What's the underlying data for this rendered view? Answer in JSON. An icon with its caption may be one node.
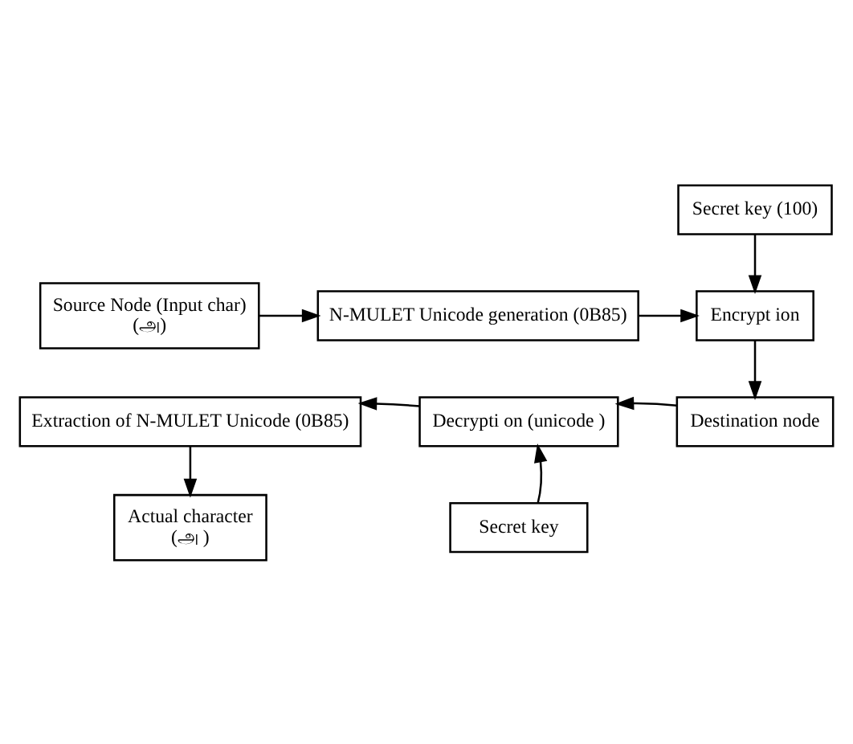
{
  "diagram": {
    "nodes": [
      {
        "text": [
          "Source Node (Input char)",
          "(அ)"
        ]
      },
      {
        "text": [
          "N-MULET Unicode generation (0B85)"
        ]
      },
      {
        "text": [
          "Secret key (100)"
        ]
      },
      {
        "text": [
          "Encrypt ion"
        ]
      },
      {
        "text": [
          "Destination node"
        ]
      },
      {
        "text": [
          "Decrypti on (unicode )"
        ]
      },
      {
        "text": [
          "Extraction of N-MULET Unicode (0B85)"
        ]
      },
      {
        "text": [
          "Actual character",
          "(அ )"
        ]
      },
      {
        "text": [
          "Secret key"
        ]
      }
    ],
    "edges": [
      {
        "from": 0,
        "to": 1,
        "arrow": "to"
      },
      {
        "from": 1,
        "to": 3,
        "arrow": "to"
      },
      {
        "from": 2,
        "to": 3,
        "arrow": "to"
      },
      {
        "from": 3,
        "to": 4,
        "arrow": "to"
      },
      {
        "from": 4,
        "to": 5,
        "arrow": "to"
      },
      {
        "from": 5,
        "to": 6,
        "arrow": "to"
      },
      {
        "from": 6,
        "to": 7,
        "arrow": "to"
      },
      {
        "from": 8,
        "to": 5,
        "arrow": "to"
      }
    ]
  }
}
